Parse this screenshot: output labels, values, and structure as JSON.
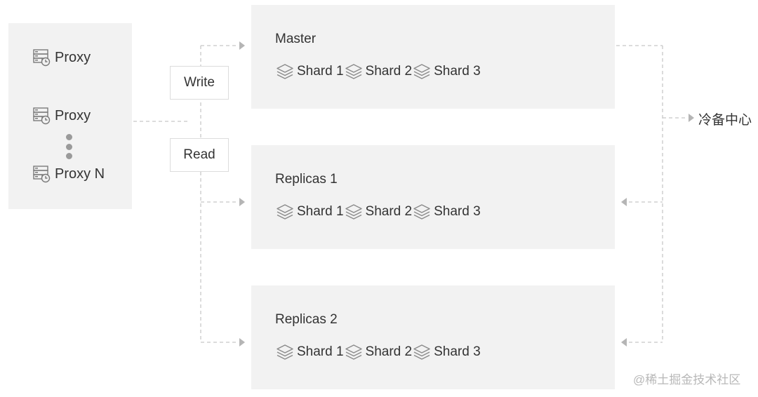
{
  "proxies": [
    {
      "label": "Proxy"
    },
    {
      "label": "Proxy"
    },
    {
      "label": "Proxy N"
    }
  ],
  "routes": {
    "write_label": "Write",
    "read_label": "Read"
  },
  "databases": [
    {
      "title": "Master",
      "shards": [
        "Shard 1",
        "Shard 2",
        "Shard 3"
      ]
    },
    {
      "title": "Replicas 1",
      "shards": [
        "Shard 1",
        "Shard 2",
        "Shard 3"
      ]
    },
    {
      "title": "Replicas 2",
      "shards": [
        "Shard 1",
        "Shard 2",
        "Shard 3"
      ]
    }
  ],
  "cold_backup": {
    "label": "冷备中心"
  },
  "watermark": "@稀土掘金技术社区",
  "colors": {
    "panel": "#f2f2f2",
    "connector": "#c8c8c8",
    "arrow": "#b5b5b5",
    "text": "#333333"
  },
  "icons": {
    "proxy": "server-clock-icon",
    "shard": "layers-icon",
    "arrow": "triangle-arrow-icon"
  }
}
